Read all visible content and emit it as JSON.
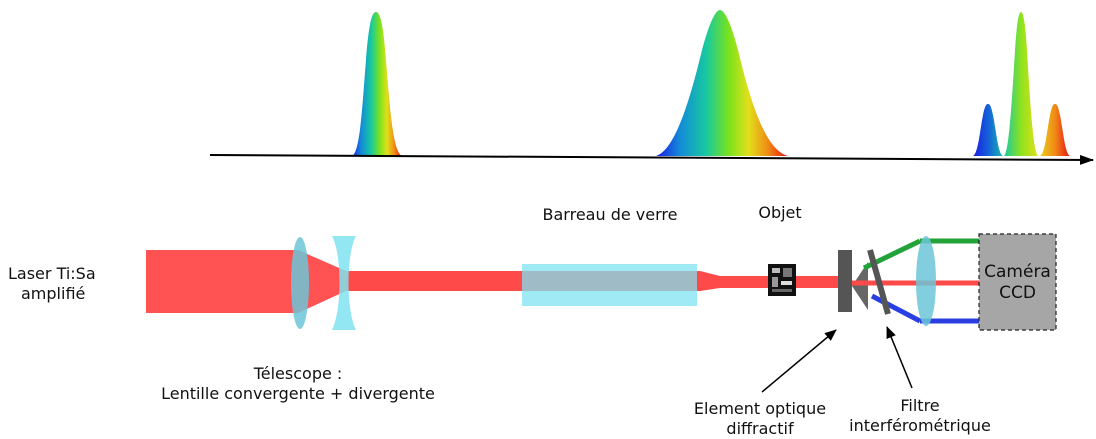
{
  "labels": {
    "laser_line1": "Laser Ti:Sa",
    "laser_line2": "amplifié",
    "telescope_line1": "Télescope :",
    "telescope_line2": "Lentille convergente + divergente",
    "glass_rod": "Barreau de verre",
    "object": "Objet",
    "doe_line1": "Element optique",
    "doe_line2": "diffractif",
    "filter_line1": "Filtre",
    "filter_line2": "interférométrique",
    "camera_line1": "Caméra",
    "camera_line2": "CCD"
  },
  "colors": {
    "beam": "#ff4a4a",
    "lens": "#6cc6d8",
    "glass_rod": "#7fe3f0",
    "camera_box": "#a6a6a6",
    "doe": "#555555",
    "beam_green": "#22a33a",
    "beam_blue": "#2a3fe0"
  },
  "spectra": {
    "pulses": [
      {
        "name": "initial-pulse",
        "height": 1.0,
        "width": "narrow"
      },
      {
        "name": "broadened-pulse",
        "height": 1.0,
        "width": "wide"
      },
      {
        "name": "filtered-blue-pulse",
        "height": 0.35,
        "width": "narrow"
      },
      {
        "name": "filtered-green-pulse",
        "height": 1.0,
        "width": "narrow"
      },
      {
        "name": "filtered-red-pulse",
        "height": 0.35,
        "width": "narrow"
      }
    ]
  }
}
